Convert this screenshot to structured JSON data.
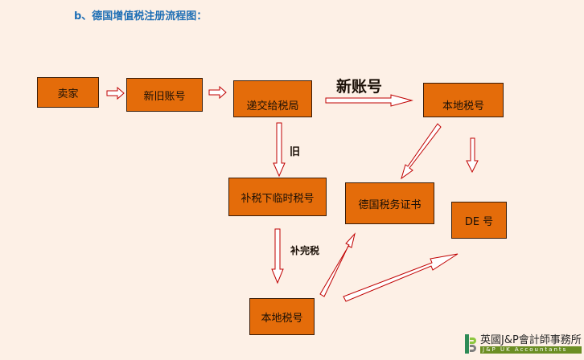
{
  "title": "b、德国增值税注册流程图：",
  "nodes": {
    "seller": "卖家",
    "new_old_account": "新旧账号",
    "submit_tax_office": "递交给税局",
    "local_tax_number_top": "本地税号",
    "back_tax_temp_number": "补税下临时税号",
    "german_tax_certificate": "德国税务证书",
    "de_number": "DE 号",
    "local_tax_number_bottom": "本地税号"
  },
  "edge_labels": {
    "new_account": "新账号",
    "old": "旧",
    "tax_completed": "补完税"
  },
  "logo": {
    "name": "英國J&P會計師事務所",
    "tagline": "J&P UK Accountants"
  },
  "colors": {
    "node_fill": "#e46c0a",
    "title": "#1f6fb5",
    "arrow_outline": "#c00000",
    "background": "#fdf0e6"
  }
}
